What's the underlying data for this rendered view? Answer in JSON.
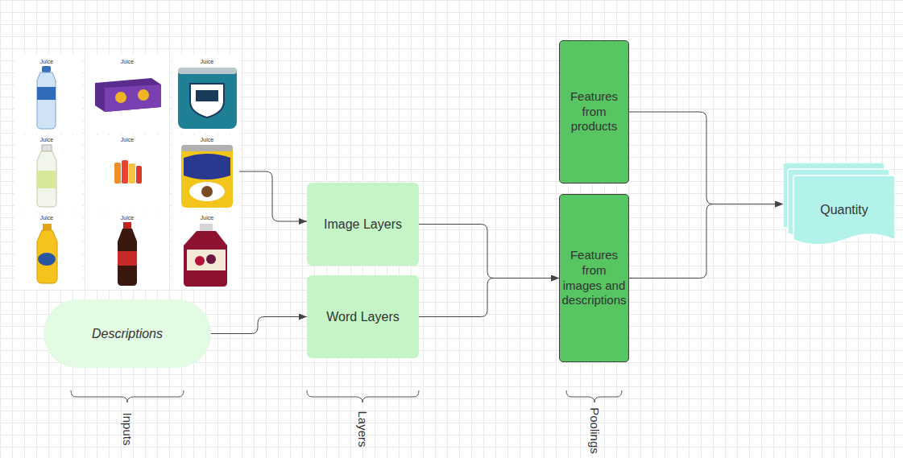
{
  "diagram": {
    "nodes": [
      {
        "text": [
          "Descriptions"
        ]
      },
      {
        "text": [
          "Image Layers"
        ]
      },
      {
        "text": [
          "Word Layers"
        ]
      },
      {
        "text": [
          "Features from products"
        ]
      },
      {
        "text": [
          "Features from images and descriptions"
        ]
      },
      {
        "text": [
          "Quantity"
        ]
      }
    ],
    "edges": [
      {
        "from": 0,
        "to": 2,
        "arrow": "to"
      },
      {
        "from": 1,
        "to": 4,
        "arrow": "to"
      },
      {
        "from": 2,
        "to": 4,
        "arrow": "to"
      },
      {
        "from": 3,
        "to": 5,
        "arrow": "to"
      },
      {
        "from": 4,
        "to": 5,
        "arrow": "to"
      }
    ],
    "labels": [
      "Juice",
      "Juice",
      "Juice",
      "Juice",
      "Juice",
      "Juice",
      "Juice",
      "Juice",
      "Juice",
      "Inputs",
      "Layers",
      "Poolings"
    ]
  }
}
